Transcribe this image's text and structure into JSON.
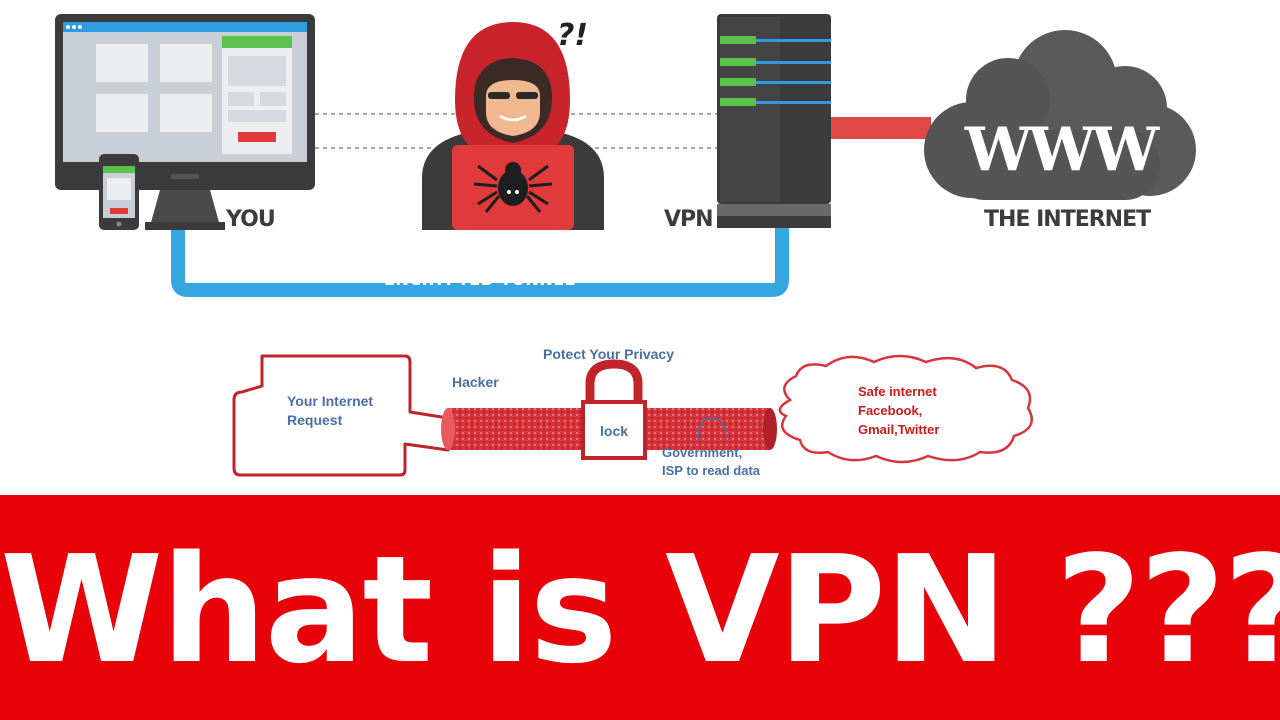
{
  "labels": {
    "you": "YOU",
    "vpn": "VPN",
    "internet": "THE INTERNET",
    "tunnel": "ENCRYPTED TUNNEL",
    "interrobang": "?!",
    "www": "WWW"
  },
  "lower": {
    "request": "Your Internet\nRequest",
    "hacker": "Hacker",
    "privacy": "Potect Your Privacy",
    "lock": "lock",
    "government": "Government,\nISP to read data",
    "safe": "Safe internet\nFacebook,\nGmail,Twitter"
  },
  "headline": "What is VPN ???",
  "colors": {
    "tunnel_blue": "#34a7e0",
    "red": "#e8020a",
    "dark": "#3b3b3b",
    "server_green": "#5bc24c"
  }
}
